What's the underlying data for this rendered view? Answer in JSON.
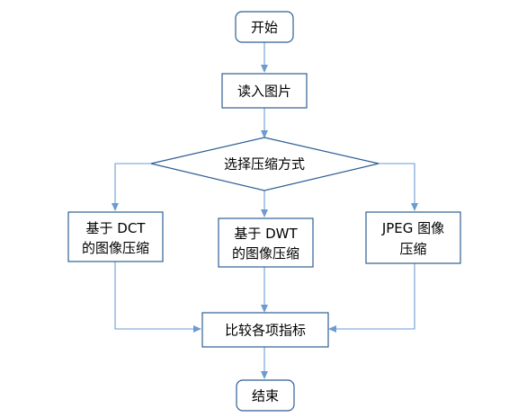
{
  "flowchart": {
    "start": "开始",
    "read_image": "读入图片",
    "choose_method": "选择压缩方式",
    "dct": {
      "line1": "基于 DCT",
      "line2": "的图像压缩"
    },
    "dwt": {
      "line1": "基于 DWT",
      "line2": "的图像压缩"
    },
    "jpeg": {
      "line1": "JPEG 图像",
      "line2": "压缩"
    },
    "compare": "比较各项指标",
    "end": "结束"
  },
  "colors": {
    "box_border": "#2f5f93",
    "connector": "#6c9bd2"
  }
}
